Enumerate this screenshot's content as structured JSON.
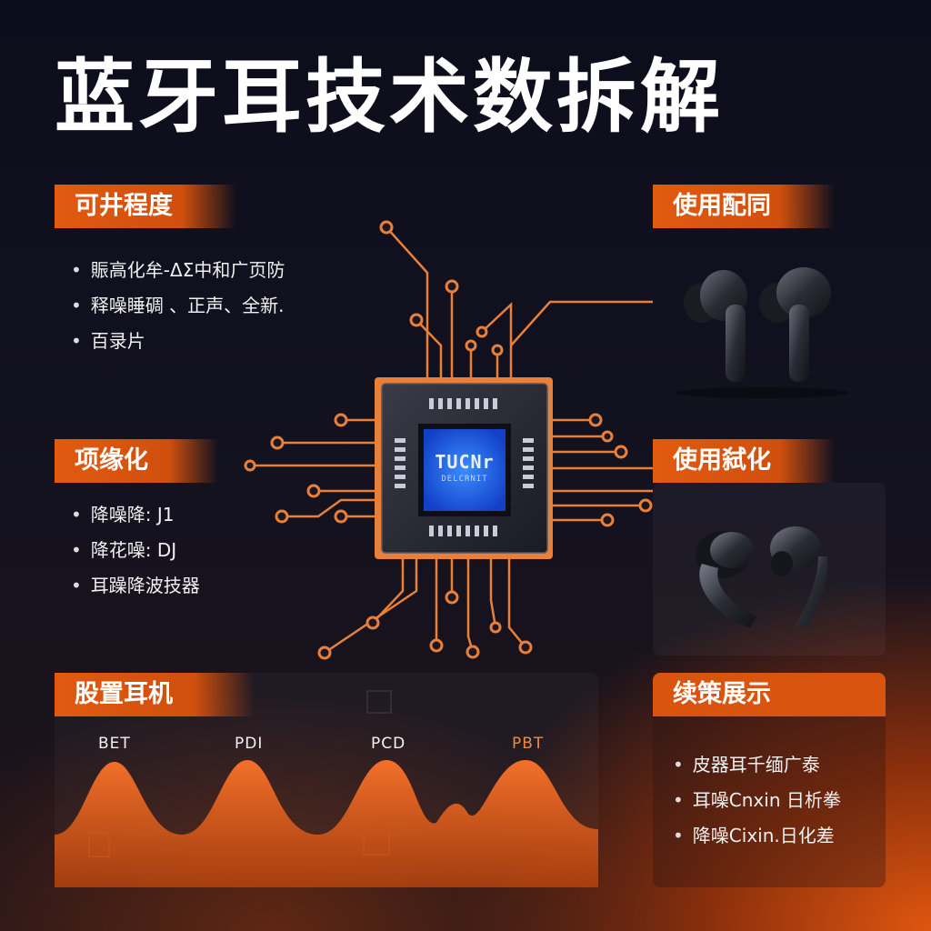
{
  "title": "蓝牙耳技术数拆解",
  "left": {
    "section1": {
      "heading": "可井程度",
      "items": [
        "賑高化牟-ΔΣ中和广页防",
        "释噪睡碉 、正声、全新.",
        "百录片"
      ]
    },
    "section2": {
      "heading": "项缘化",
      "items": [
        "降噪降: J1",
        "降花噪: DJ",
        "耳躁降波技器"
      ]
    },
    "section3": {
      "heading": "股置耳机",
      "labels": [
        "BET",
        "PDI",
        "PCD",
        "PBT"
      ]
    }
  },
  "right": {
    "section1": {
      "heading": "使用配同"
    },
    "section2": {
      "heading": "使用弑化"
    },
    "section3": {
      "heading": "续策展示",
      "items": [
        "皮器耳千缅广泰",
        "耳噪Cnxin 日析拳",
        "降噪Cixin.日化差"
      ]
    }
  },
  "chip": {
    "line1": "TUCNr",
    "line2": "DELCRNIT"
  },
  "colors": {
    "accent": "#e25a10",
    "trace": "#e8803a",
    "chip_blue": "#1f6dff",
    "bg": "#0c0d1c"
  },
  "icons": [
    "circuit-trace-icon",
    "processor-chip-icon",
    "earbud-stem-icon",
    "earbud-hook-icon",
    "waveform-icon"
  ]
}
